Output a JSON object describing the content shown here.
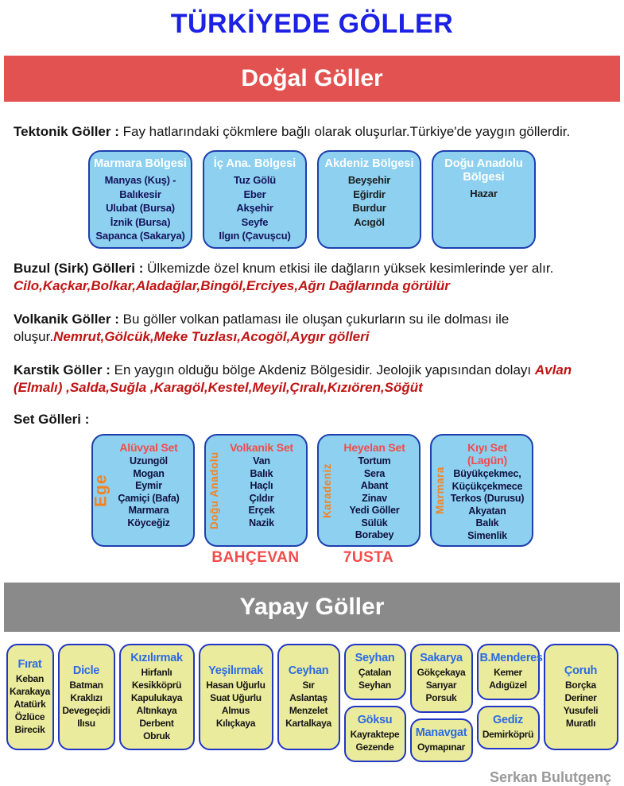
{
  "title": "TÜRKİYEDE GÖLLER",
  "signature": "Serkan Bulutgenç",
  "colors": {
    "title_blue": "#1c21e4",
    "banner_red": "#e25251",
    "banner_gray": "#8a8a8a",
    "box_blue_fill": "#8dd0f0",
    "box_blue_border": "#1d3fae",
    "accent_red": "#f34b4b",
    "accent_orange": "#f5821f",
    "dark_red_italic": "#c01414",
    "dam_yellow_fill": "#ebeb9d",
    "dam_blue_border": "#2236c4",
    "dam_title_blue": "#2b6be4"
  },
  "natural": {
    "banner": "Doğal Göller",
    "paragraphs": {
      "tectonic": {
        "label": "Tektonik Göller :",
        "text": "Fay hatlarındaki çökmlere bağlı olarak oluşurlar.Türkiye'de yaygın göllerdir.",
        "red": ""
      },
      "glacial": {
        "label": "Buzul (Sirk) Gölleri :",
        "text": "Ülkemizde özel knum etkisi ile dağların yüksek kesimlerinde yer alır.",
        "red": "Cilo,Kaçkar,Bolkar,Aladağlar,Bingöl,Erciyes,Ağrı Dağlarında görülür"
      },
      "volcanic": {
        "label": "Volkanik Göller :",
        "text": "Bu göller volkan patlaması ile oluşan çukurların su ile dolması ile oluşur.",
        "red": "Nemrut,Gölcük,Meke Tuzlası,Acogöl,Aygır gölleri"
      },
      "karstic": {
        "label": "Karstik Göller :",
        "text": "En yaygın olduğu bölge Akdeniz Bölgesidir. Jeolojik yapısından dolayı",
        "red": "Avlan (Elmalı) ,Salda,Suğla ,Karagöl,Kestel,Meyil,Çıralı,Kızıören,Söğüt"
      }
    },
    "region_boxes": [
      {
        "title": "Marmara Bölgesi",
        "items": [
          "Manyas (Kuş) - Balıkesir",
          "Ulubat (Bursa)",
          "İznik (Bursa)",
          "Sapanca (Sakarya)"
        ]
      },
      {
        "title": "İç Ana. Bölgesi",
        "items": [
          "Tuz Gölü",
          "Eber",
          "Akşehir",
          "Seyfe",
          "Ilgın (Çavuşcu)"
        ]
      },
      {
        "title": "Akdeniz Bölgesi",
        "items": [
          "Beyşehir",
          "Eğirdir",
          "Burdur",
          "Acıgöl"
        ]
      },
      {
        "title": "Doğu Anadolu Bölgesi",
        "items": [
          "Hazar"
        ]
      }
    ],
    "set_label": "Set Gölleri :",
    "set_boxes": [
      {
        "side": "Ege",
        "title": "Alüvyal Set",
        "items": [
          "Uzungöl",
          "Mogan",
          "Eymir",
          "Çamiçi (Bafa)",
          "Marmara",
          "Köyceğiz"
        ],
        "mnemonic": ""
      },
      {
        "side": "Doğu Anadolu",
        "title": "Volkanik Set",
        "items": [
          "Van",
          "Balık",
          "Haçlı",
          "Çıldır",
          "Erçek",
          "Nazik"
        ],
        "mnemonic": "BAHÇEVAN"
      },
      {
        "side": "Karadeniz",
        "title": "Heyelan Set",
        "items": [
          "Tortum",
          "Sera",
          "Abant",
          "Zinav",
          "Yedi Göller",
          "Sülük",
          "Borabey"
        ],
        "mnemonic": "7USTA"
      },
      {
        "side": "Marmara",
        "title": "Kıyı Set (Lagün)",
        "items": [
          "Büyükçekmec,",
          "Küçükçekmece",
          "Terkos (Durusu)",
          "Akyatan",
          "Balık",
          "Simenlik"
        ],
        "mnemonic": ""
      }
    ]
  },
  "artificial": {
    "banner": "Yapay Göller",
    "columns": [
      {
        "boxes": [
          {
            "title": "Fırat",
            "items": [
              "Keban",
              "Karakaya",
              "Atatürk",
              "Özlüce",
              "Birecik"
            ]
          }
        ]
      },
      {
        "boxes": [
          {
            "title": "Dicle",
            "items": [
              "Batman",
              "Kraklızı",
              "Devegeçidi",
              "Ilısu"
            ]
          }
        ]
      },
      {
        "boxes": [
          {
            "title": "Kızılırmak",
            "items": [
              "Hirfanlı",
              "Kesikköprü",
              "Kapulukaya",
              "Altınkaya",
              "Derbent",
              "Obruk"
            ]
          }
        ]
      },
      {
        "boxes": [
          {
            "title": "Yeşilırmak",
            "items": [
              "Hasan Uğurlu",
              "Suat Uğurlu",
              "Almus",
              "Kılıçkaya"
            ]
          }
        ]
      },
      {
        "boxes": [
          {
            "title": "Ceyhan",
            "items": [
              "Sır",
              "Aslantaş",
              "Menzelet",
              "Kartalkaya"
            ]
          }
        ]
      },
      {
        "boxes": [
          {
            "title": "Seyhan",
            "items": [
              "Çatalan",
              "Seyhan"
            ]
          },
          {
            "title": "Göksu",
            "items": [
              "Kayraktepe",
              "Gezende"
            ]
          }
        ]
      },
      {
        "boxes": [
          {
            "title": "Sakarya",
            "items": [
              "Gökçekaya",
              "Sarıyar",
              "Porsuk"
            ]
          },
          {
            "title": "Manavgat",
            "items": [
              "Oymapınar"
            ]
          }
        ]
      },
      {
        "boxes": [
          {
            "title": "B.Menderes",
            "items": [
              "Kemer",
              "Adıgüzel"
            ]
          },
          {
            "title": "Gediz",
            "items": [
              "Demirköprü"
            ]
          }
        ]
      },
      {
        "boxes": [
          {
            "title": "Çoruh",
            "items": [
              "Borçka",
              "Deriner",
              "Yusufeli",
              "Muratlı"
            ]
          }
        ]
      }
    ]
  }
}
